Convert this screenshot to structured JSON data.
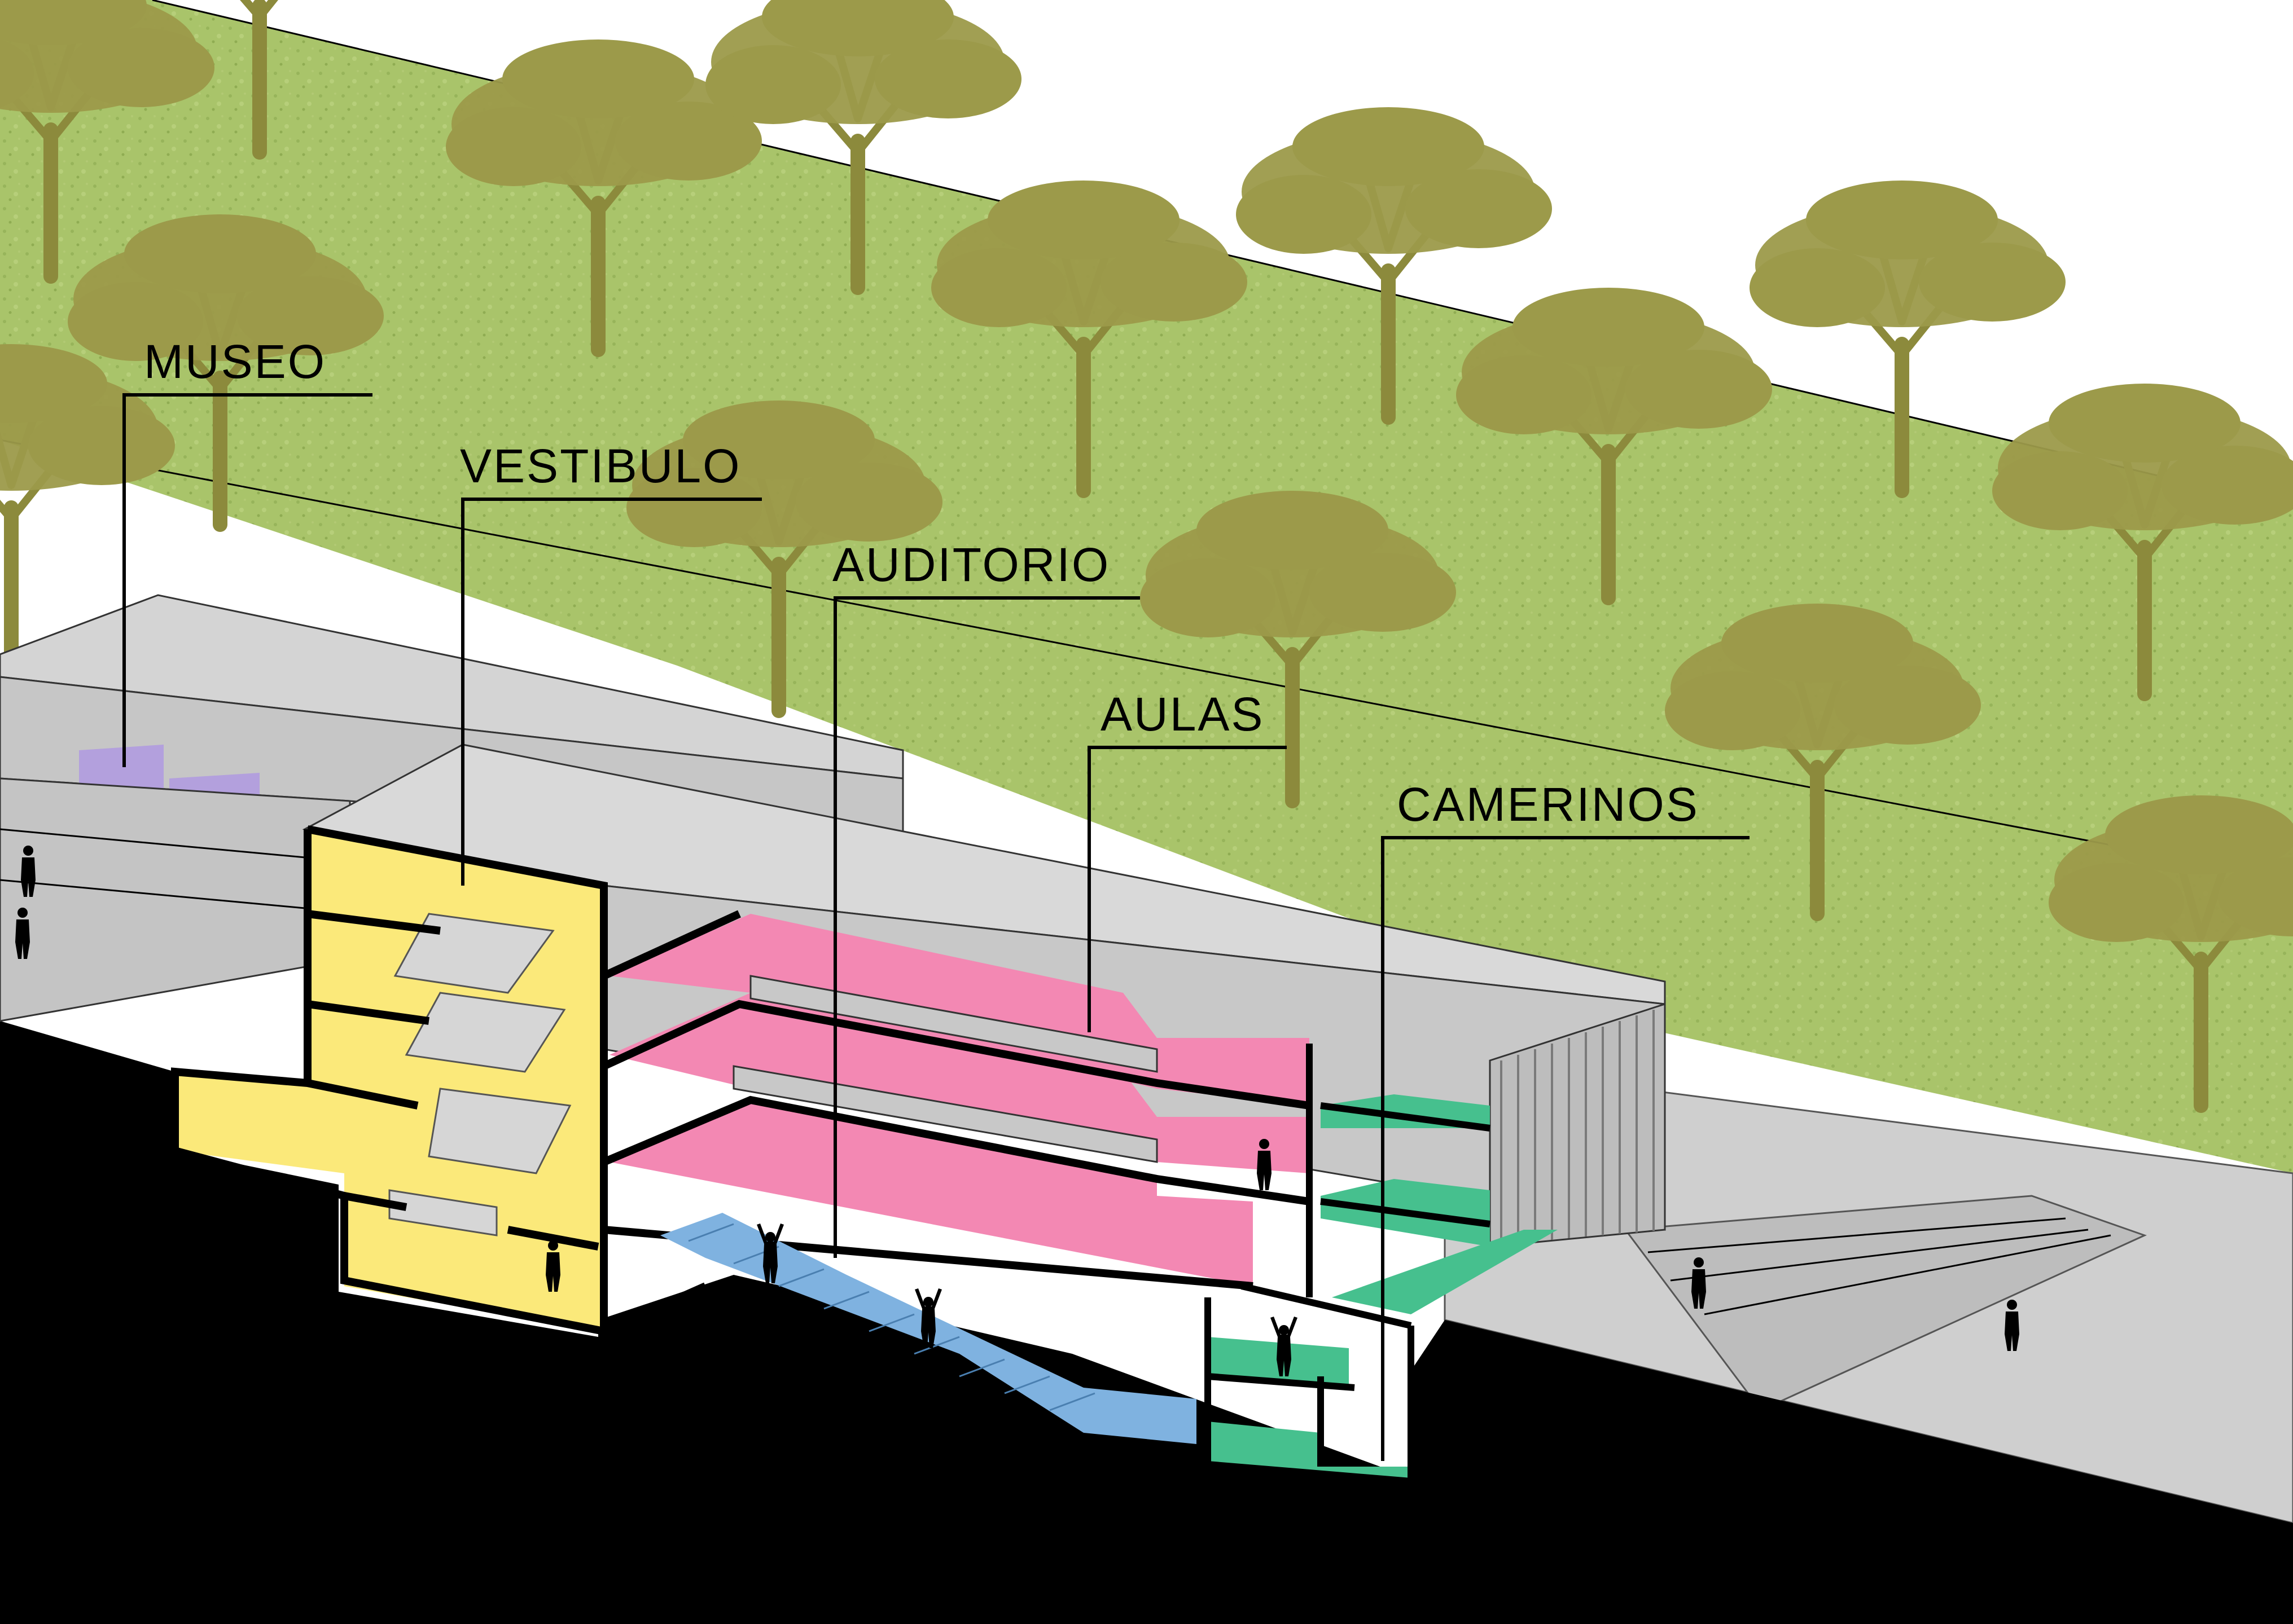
{
  "labels": {
    "museo": "MUSEO",
    "vestibulo": "VESTIBULO",
    "auditorio": "AUDITORIO",
    "aulas": "AULAS",
    "camerinos": "CAMERINOS"
  },
  "colors": {
    "terrain": "#a9c46a",
    "terrain_dark": "#93ae58",
    "tree": "#9c9a4a",
    "building": "#cccccc",
    "building_dark": "#b3b3b3",
    "ground": "#000000",
    "museo": "#b3a0dd",
    "vestibulo": "#fbe97a",
    "aulas": "#f388b3",
    "auditorio": "#7fb2e0",
    "camerinos": "#46c08e",
    "plaza": "#cfcfcf"
  }
}
